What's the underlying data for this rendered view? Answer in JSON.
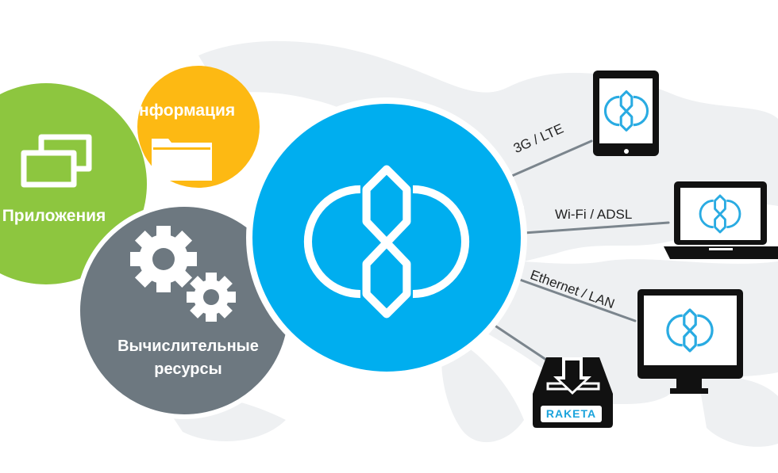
{
  "categories": {
    "applications": "Приложения",
    "information": "Информация",
    "compute_line1": "Вычислительные",
    "compute_line2": "ресурсы"
  },
  "links": {
    "mobile": "3G / LTE",
    "wifi": "Wi-Fi / ADSL",
    "ethernet": "Ethernet / LAN"
  },
  "brand": "RAKETA",
  "icons": [
    "windows-icon",
    "folder-icon",
    "gears-icon",
    "brand-logo-icon",
    "tablet-icon",
    "laptop-icon",
    "monitor-icon",
    "download-tray-icon"
  ],
  "colors": {
    "green": "#8dc63f",
    "yellow": "#fdb913",
    "gray": "#6d7880",
    "blue": "#00aeef",
    "dark": "#111111",
    "map": "#eef0f2"
  }
}
